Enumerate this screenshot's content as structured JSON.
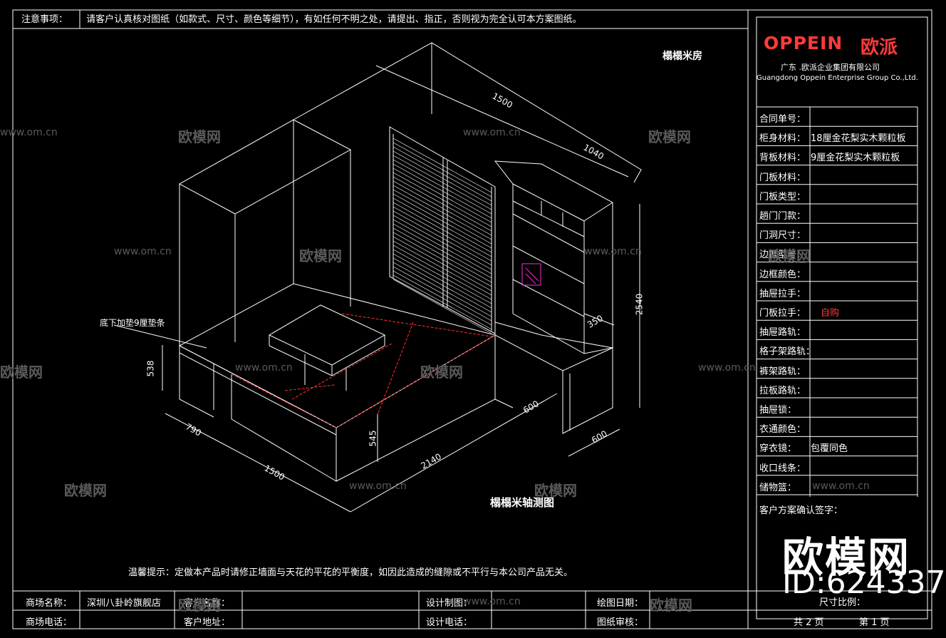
{
  "notice": {
    "label": "注意事项：",
    "text": "请客户认真核对图纸（如款式、尺寸、颜色等细节），有如任何不明之处，请提出、指正，否则视为完全认可本方案图纸。"
  },
  "drawing": {
    "room_title": "榻榻米房",
    "axon_title": "榻榻米轴测图",
    "annotation": "底下加垫9厘垫条",
    "dims": {
      "d1500_top": "1500",
      "d1040": "1040",
      "d2540": "2540",
      "d350": "350",
      "d538": "538",
      "d790": "790",
      "d1500_bottom": "1500",
      "d545": "545",
      "d2140": "2140",
      "d600_a": "600",
      "d600_b": "600"
    },
    "tip": "温馨提示：定做本产品时请修正墙面与天花的平花的平衡度，如因此造成的缝隙或不平行与本公司产品无关。"
  },
  "title_block": {
    "logo_en": "OPPEIN",
    "logo_cn": "欧派",
    "company_cn": "广东 .欧派企业集团有限公司",
    "company_en": "Guangdong Oppein Enterprise Group Co.,Ltd.",
    "specs": [
      {
        "label": "合同单号：",
        "value": ""
      },
      {
        "label": "柜身材料：",
        "value": "18厘金花梨实木颗粒板"
      },
      {
        "label": "背板材料：",
        "value": "9厘金花梨实木颗粒板"
      },
      {
        "label": "门板材料：",
        "value": ""
      },
      {
        "label": "门板类型：",
        "value": ""
      },
      {
        "label": "趟门门款：",
        "value": ""
      },
      {
        "label": "门洞尺寸：",
        "value": ""
      },
      {
        "label": "边框型号：",
        "value": ""
      },
      {
        "label": "边框颜色：",
        "value": ""
      },
      {
        "label": "抽屉拉手：",
        "value": ""
      },
      {
        "label": "门板拉手：",
        "value": "自购"
      },
      {
        "label": "抽屉路轨：",
        "value": ""
      },
      {
        "label": "格子架路轨：",
        "value": ""
      },
      {
        "label": "裤架路轨：",
        "value": ""
      },
      {
        "label": "拉板路轨：",
        "value": ""
      },
      {
        "label": "抽屉锁：",
        "value": ""
      },
      {
        "label": "衣通颜色：",
        "value": ""
      },
      {
        "label": "穿衣镜：",
        "value": "包覆同色"
      },
      {
        "label": "收口线条：",
        "value": ""
      },
      {
        "label": "储物篮：",
        "value": ""
      }
    ],
    "confirm": "客户方案确认签字：",
    "scale": "尺寸比例：",
    "pages_total": "共 2 页",
    "page_current": "第 1 页"
  },
  "footer": {
    "market_name_label": "商场名称：",
    "market_name": "深圳八卦岭旗舰店",
    "customer_name_label": "客户名称：",
    "designer_label": "设计制图：",
    "draw_date_label": "绘图日期：",
    "market_phone_label": "商场电话：",
    "customer_addr_label": "客户地址：",
    "design_phone_label": "设计电话：",
    "review_label": "图纸审核："
  },
  "watermark": {
    "brand": "欧模网",
    "url": "www.om.cn",
    "big": "欧模网",
    "id": "ID:624337"
  }
}
